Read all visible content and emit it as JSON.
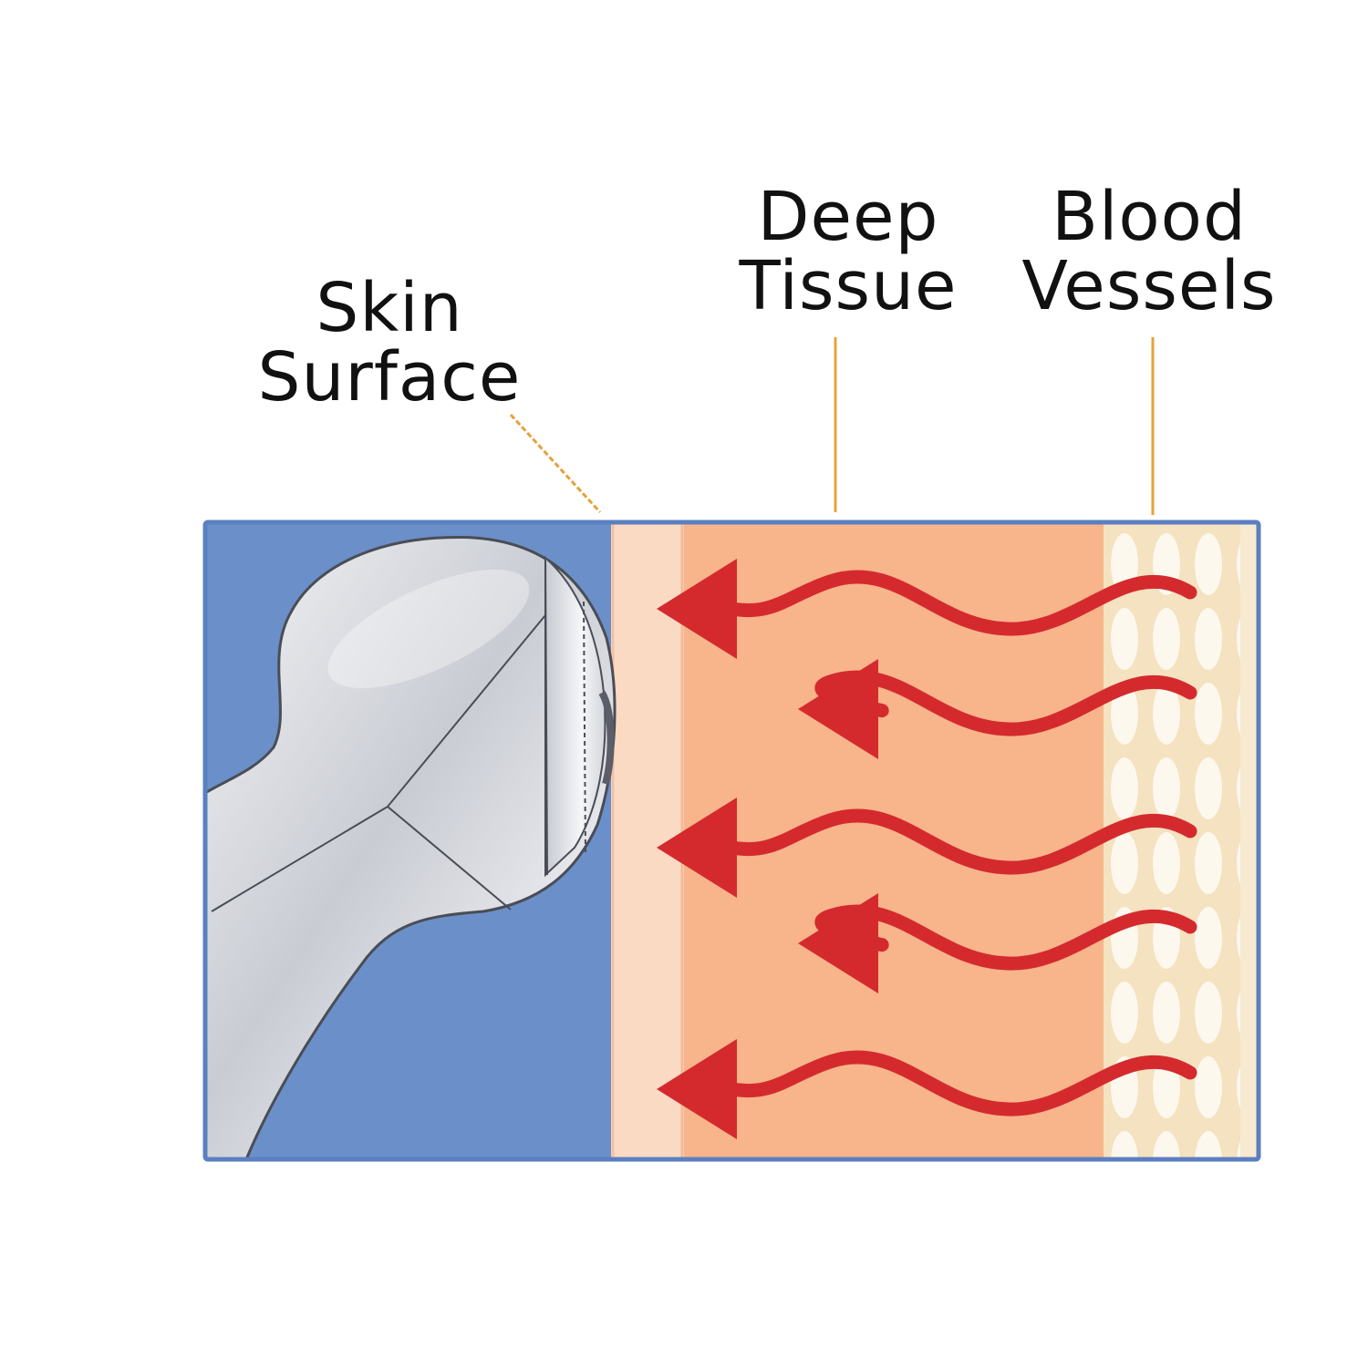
{
  "labels": {
    "skin_surface": [
      "Skin",
      "Surface"
    ],
    "deep_tissue": [
      "Deep",
      "Tissue"
    ],
    "blood_vessels": [
      "Blood",
      "Vessels"
    ]
  },
  "colors": {
    "background_panel": "#6b8fc9",
    "skin_layer": "#fbdac4",
    "deep_tissue": "#f8b48b",
    "blood_vessel_band": "#f4e2c0",
    "blood_vessel_cell": "#fdf8ee",
    "heat_arrow": "#d42a2e",
    "leader_line": "#e6a23a",
    "frame_border": "#5b7fc0",
    "device": "#d7d9de"
  },
  "icons": {
    "device": "massager-head-icon",
    "arrow": "heat-wave-arrow-icon"
  },
  "heat_arrows": {
    "count": 5,
    "direction": "right-to-left"
  }
}
